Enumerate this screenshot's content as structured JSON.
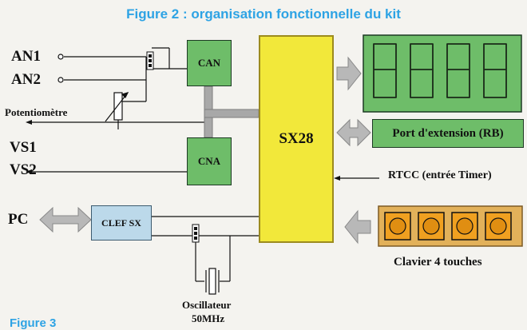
{
  "title": "Figure 2 : organisation fonctionnelle du kit",
  "footer_title": "Figure 3",
  "inputs": {
    "an1": "AN1",
    "an2": "AN2",
    "pot": "Potentiomètre"
  },
  "outputs": {
    "vs1": "VS1",
    "vs2": "VS2"
  },
  "pc": "PC",
  "blocks": {
    "can": "CAN",
    "cna": "CNA",
    "mcu": "SX28",
    "clef": "CLEF SX",
    "port": "Port d'extension (RB)"
  },
  "display": {
    "digits": "8888"
  },
  "rtcc": "RTCC (entrée Timer)",
  "keypad": {
    "label": "Clavier 4 touches",
    "keys": 4
  },
  "oscillator": {
    "line1": "Oscillateur",
    "line2": "50MHz"
  },
  "colors": {
    "title": "#2ea3e4",
    "green": "#6ebd69",
    "mcu": "#f2e83a",
    "clef": "#bcd9ea",
    "bus": "#a8a8a8"
  }
}
